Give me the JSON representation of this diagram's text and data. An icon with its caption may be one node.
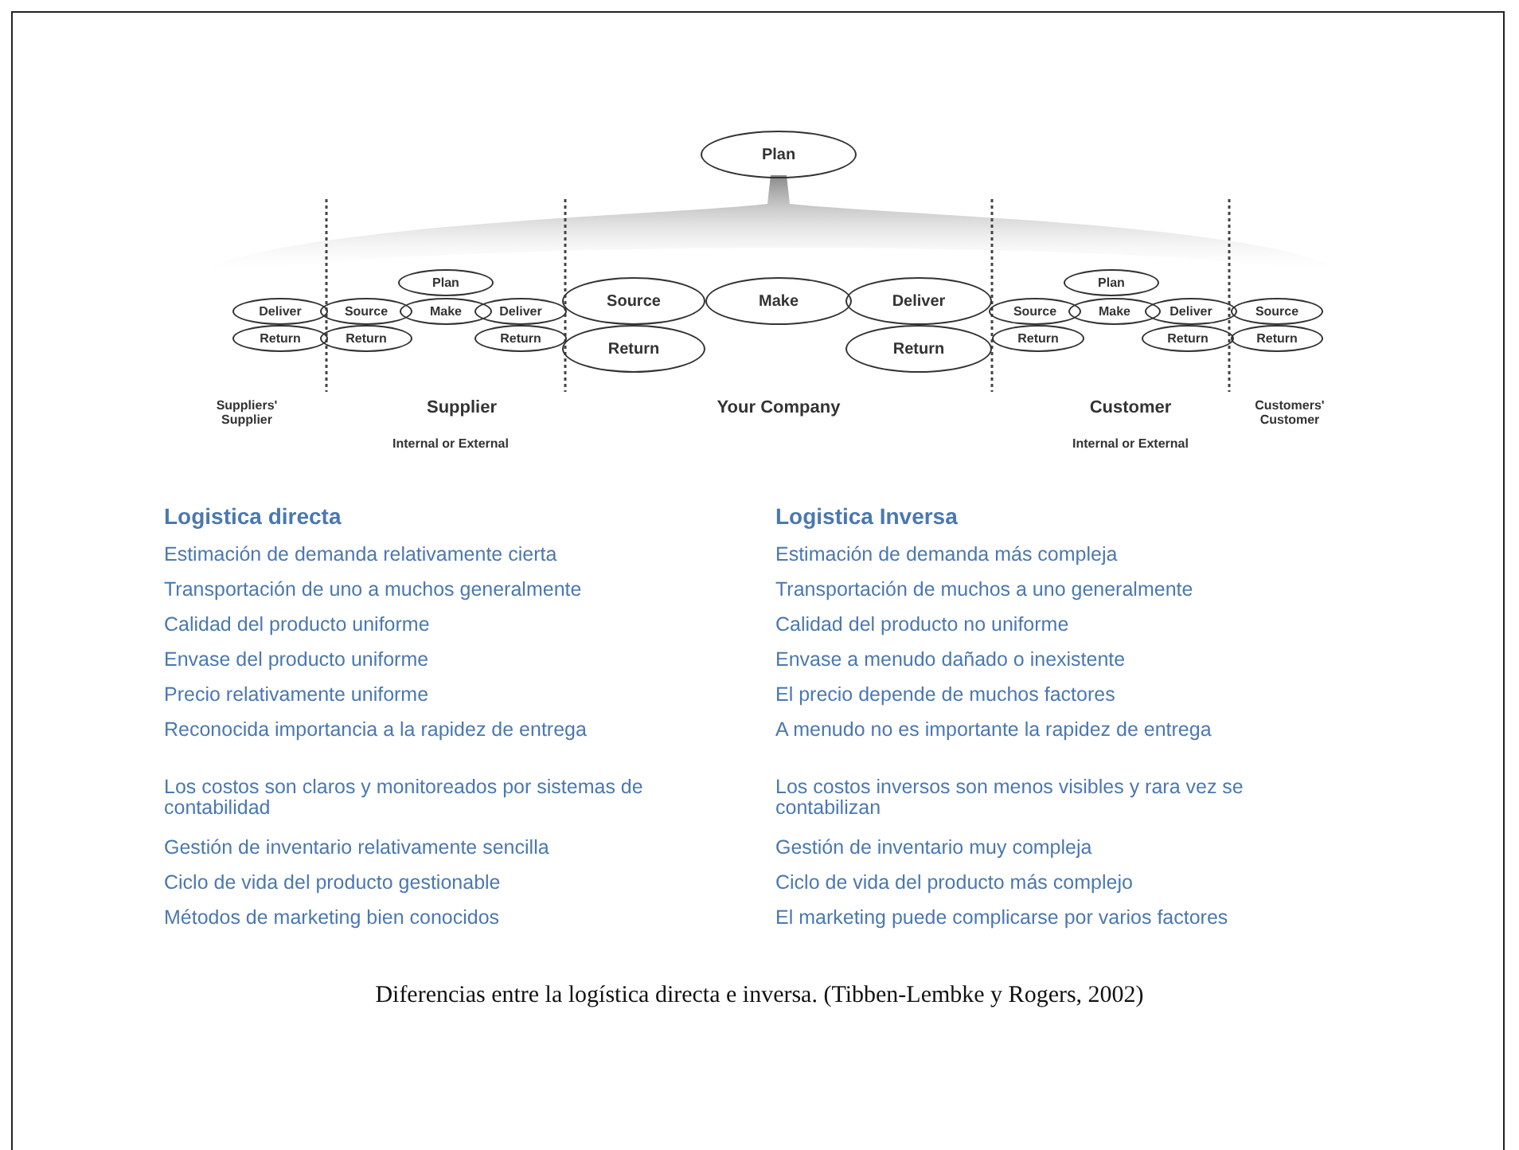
{
  "diagram": {
    "caption": "Diferencias entre la logística directa e inversa. (Tibben-Lembke y Rogers, 2002)",
    "nodes": [
      {
        "text": [
          "Plan"
        ]
      },
      {
        "text": [
          "Plan"
        ]
      },
      {
        "text": [
          "Plan"
        ]
      },
      {
        "text": [
          "Deliver"
        ]
      },
      {
        "text": [
          "Source"
        ]
      },
      {
        "text": [
          "Make"
        ]
      },
      {
        "text": [
          "Deliver"
        ]
      },
      {
        "text": [
          "Source"
        ]
      },
      {
        "text": [
          "Make"
        ]
      },
      {
        "text": [
          "Deliver"
        ]
      },
      {
        "text": [
          "Source"
        ]
      },
      {
        "text": [
          "Make"
        ]
      },
      {
        "text": [
          "Deliver"
        ]
      },
      {
        "text": [
          "Source"
        ]
      },
      {
        "text": [
          "Return"
        ]
      },
      {
        "text": [
          "Return"
        ]
      },
      {
        "text": [
          "Return"
        ]
      },
      {
        "text": [
          "Return"
        ]
      },
      {
        "text": [
          "Return"
        ]
      },
      {
        "text": [
          "Return"
        ]
      },
      {
        "text": [
          "Return"
        ]
      },
      {
        "text": [
          "Return"
        ]
      }
    ],
    "labels": [
      "Suppliers' Supplier",
      "Supplier",
      "Your Company",
      "Customer",
      "Customers' Customer",
      "Internal or External",
      "Internal or External",
      "Logistica directa",
      "Logistica Inversa",
      "Estimación de demanda relativamente cierta",
      "Estimación de demanda más compleja",
      "Transportación de uno a muchos generalmente",
      "Transportación de muchos a uno generalmente",
      "Calidad del producto uniforme",
      "Calidad del producto no uniforme",
      "Envase del producto uniforme",
      "Envase a menudo dañado o inexistente",
      "Precio relativamente uniforme",
      "El precio depende de muchos factores",
      "Reconocida importancia a la rapidez de entrega",
      "A menudo no es importante la rapidez de entrega",
      "Los costos son claros y monitoreados por sistemas de contabilidad",
      "Los costos inversos son menos visibles y rara vez se contabilizan",
      "Gestión de inventario relativamente sencilla",
      "Gestión de inventario muy compleja",
      "Ciclo de vida del producto gestionable",
      "Ciclo de vida del producto más complejo",
      "Métodos de marketing bien conocidos",
      "El marketing puede complicarse por varios factores"
    ]
  }
}
